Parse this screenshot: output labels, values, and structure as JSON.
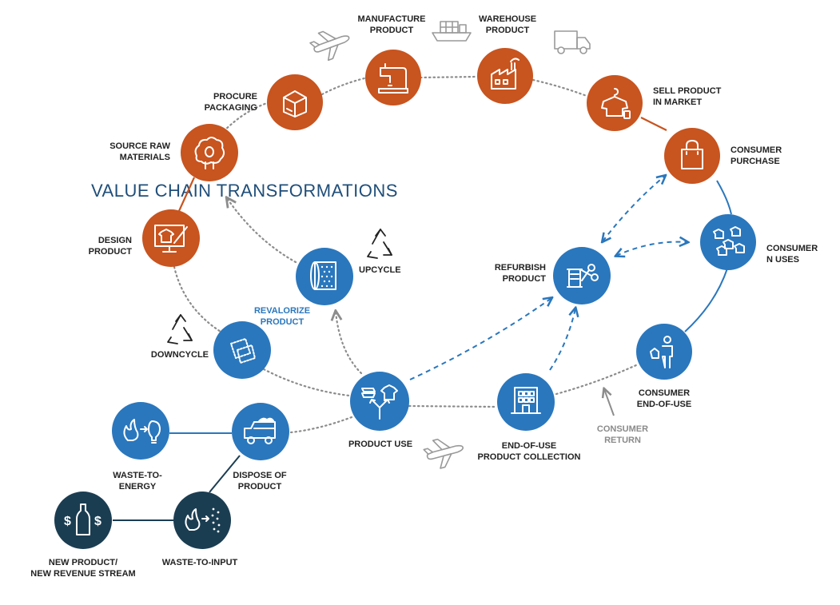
{
  "title": "VALUE CHAIN TRANSFORMATIONS",
  "colors": {
    "orange": "#c8541f",
    "blue": "#2a77bd",
    "navy": "#1b3d52",
    "dotted": "#8c8c8c",
    "arrow": "#2a77bd"
  },
  "nodes": {
    "source_raw_materials": {
      "l1": "SOURCE RAW",
      "l2": "MATERIALS",
      "icon": "sheep-icon"
    },
    "procure_packaging": {
      "l1": "PROCURE",
      "l2": "PACKAGING",
      "icon": "box-icon"
    },
    "manufacture_product": {
      "l1": "MANUFACTURE",
      "l2": "PRODUCT",
      "icon": "sewing-machine-icon"
    },
    "warehouse_product": {
      "l1": "WAREHOUSE",
      "l2": "PRODUCT",
      "icon": "factory-icon"
    },
    "sell_product": {
      "l1": "SELL PRODUCT",
      "l2": "IN MARKET",
      "icon": "hanger-shirt-icon"
    },
    "consumer_purchase": {
      "l1": "CONSUMER",
      "l2": "PURCHASE",
      "icon": "shopping-bag-icon"
    },
    "consumer_n_uses": {
      "l1": "CONSUMER",
      "l2": "N USES",
      "icon": "shirts-icon"
    },
    "consumer_end_of_use": {
      "l1": "CONSUMER",
      "l2": "END-OF-USE",
      "icon": "person-shirt-icon"
    },
    "end_of_use_collection": {
      "l1": "END-OF-USE",
      "l2": "PRODUCT COLLECTION",
      "icon": "building-icon"
    },
    "product_use": {
      "l1": "PRODUCT USE",
      "icon": "split-clothes-icon"
    },
    "refurbish_product": {
      "l1": "REFURBISH",
      "l2": "PRODUCT",
      "icon": "thread-scissors-icon"
    },
    "upcycle": {
      "l1": "UPCYCLE",
      "icon": "fabric-roll-icon"
    },
    "revalorize_product": {
      "l1": "REVALORIZE",
      "l2": "PRODUCT"
    },
    "downcycle": {
      "l1": "DOWNCYCLE",
      "icon": "patch-icon"
    },
    "design_product": {
      "l1": "DESIGN",
      "l2": "PRODUCT",
      "icon": "monitor-shirt-icon"
    },
    "dispose_of_product": {
      "l1": "DISPOSE OF",
      "l2": "PRODUCT",
      "icon": "dump-truck-icon"
    },
    "waste_to_energy": {
      "l1": "WASTE-TO-",
      "l2": "ENERGY",
      "icon": "flame-bulb-icon"
    },
    "waste_to_input": {
      "l1": "WASTE-TO-INPUT",
      "icon": "flame-dots-icon"
    },
    "new_product": {
      "l1": "NEW PRODUCT/",
      "l2": "NEW REVENUE STREAM",
      "icon": "bottle-dollar-icon"
    },
    "consumer_return": {
      "l1": "CONSUMER",
      "l2": "RETURN"
    }
  },
  "transport_icons": [
    "airplane-icon",
    "ship-icon",
    "truck-icon",
    "airplane-icon"
  ],
  "recycle_icons": [
    "recycle-icon",
    "recycle-icon"
  ]
}
